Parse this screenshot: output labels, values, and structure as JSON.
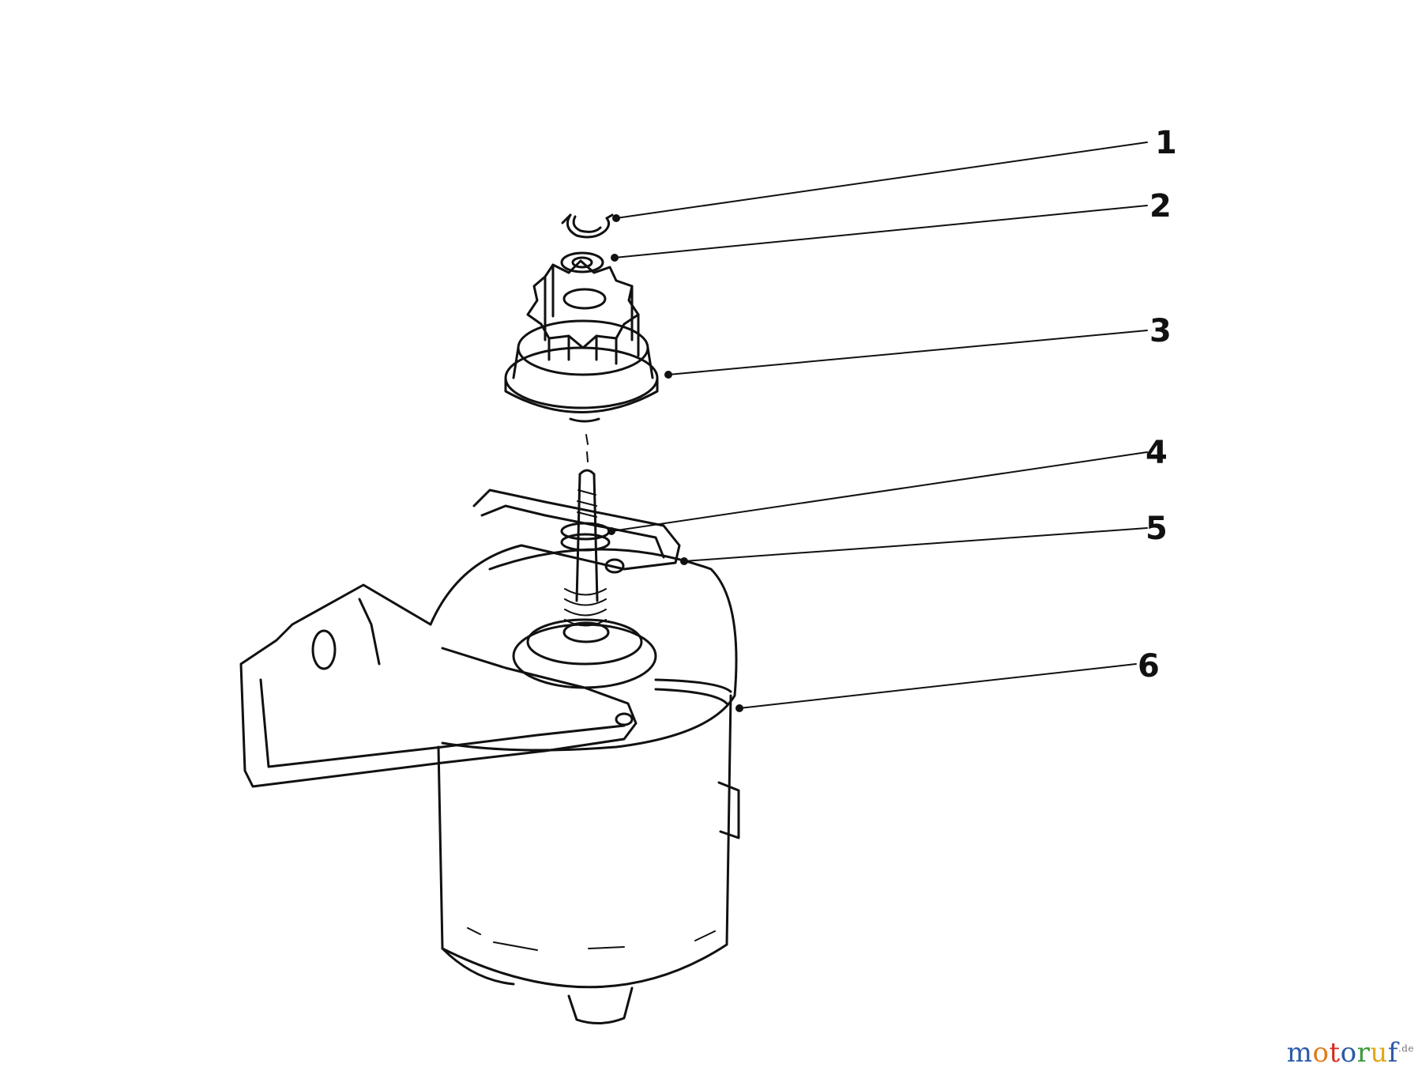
{
  "callouts": [
    {
      "label": "1",
      "part": "retaining-ring"
    },
    {
      "label": "2",
      "part": "washer"
    },
    {
      "label": "3",
      "part": "drive-pinion-gear"
    },
    {
      "label": "4",
      "part": "shaft-collar"
    },
    {
      "label": "5",
      "part": "mounting-bracket"
    },
    {
      "label": "6",
      "part": "starter-motor-housing"
    }
  ],
  "watermark": {
    "letters": [
      "m",
      "o",
      "t",
      "o",
      "r",
      "u",
      "f"
    ],
    "letter_colors": [
      "#2a5aa8",
      "#e07b1a",
      "#d52b1e",
      "#2a5aa8",
      "#3a9a3a",
      "#e0a81a",
      "#2a5aa8"
    ],
    "suffix": ".de"
  },
  "colors": {
    "ink": "#111111",
    "background": "#ffffff"
  }
}
